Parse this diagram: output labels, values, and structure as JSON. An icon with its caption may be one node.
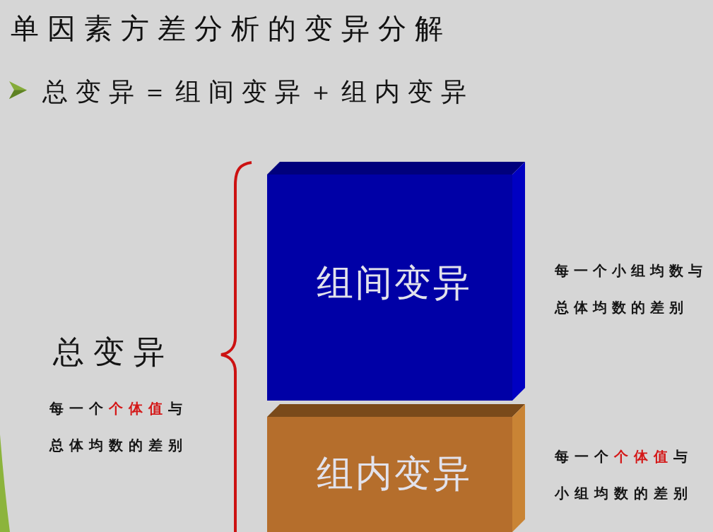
{
  "diagram": {
    "title": "单因素方差分析的变异分解",
    "nodes": [
      {
        "text": [
          "组间变异"
        ],
        "beside": [
          "每一个小组均数与总体均数的差别"
        ]
      },
      {
        "text": [
          "组内变异"
        ],
        "beside": [
          "每一个**个体值**与小组均数的差别"
        ]
      }
    ],
    "labels": [
      "总变异＝组间变异＋组内变异",
      "总变异",
      "每一个**个体值**与总体均数的差别"
    ]
  }
}
